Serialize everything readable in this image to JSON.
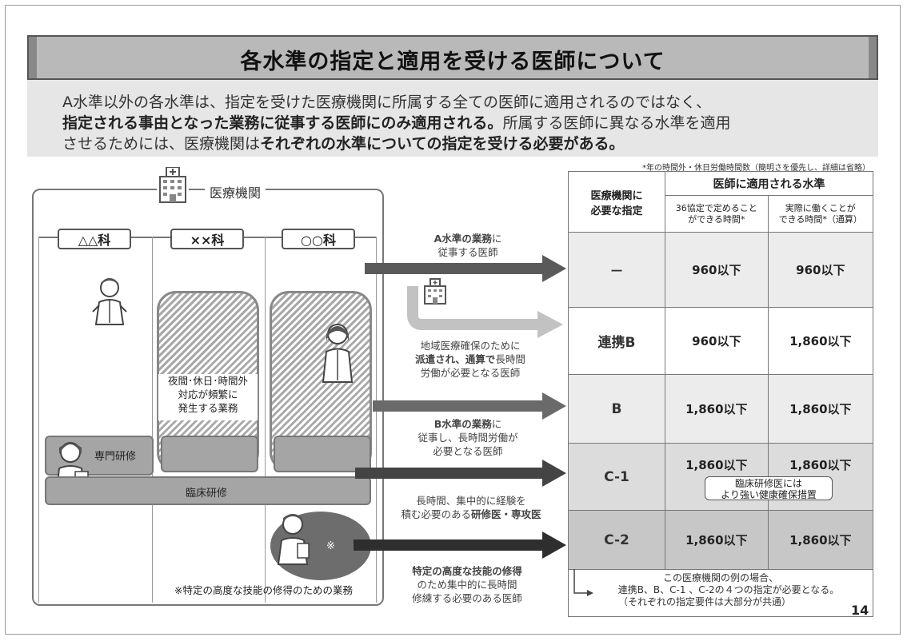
{
  "title": "各水準の指定と適用を受ける医師について",
  "intro": {
    "line1": "A水準以外の各水準は、指定を受けた医療機関に所属する全ての医師に適用されるのではなく、",
    "line2_bold": "指定される事由となった業務に従事する医師にのみ適用される。",
    "line2_rest": "所属する医師に異なる水準を適用",
    "line3_start": "させるためには、医療機関は",
    "line3_bold": "それぞれの水準についての指定を受ける必要がある。"
  },
  "note": "*年の時間外・休日労働時間数（簡明さを優先し、詳細は省略）",
  "hospital": {
    "label": "医療機関",
    "departments": [
      "△△科",
      "××科",
      "○○科"
    ],
    "night_work": "夜間･休日･時間外\n対応が頻繁に\n発生する業務",
    "specialist_training": "専門研修",
    "clinical_training": "臨床研修",
    "mark": "※",
    "special_note": "※特定の高度な技能の修得のための業務"
  },
  "arrows": {
    "a1_bold": "A水準の業務",
    "a1_suffix": "に",
    "a1_line2": "従事する医師",
    "renkei_line1": "地域医療確保のために",
    "renkei_bold1": "派遣され、通算で",
    "renkei_suffix": "長時間",
    "renkei_line3": "労働が必要となる医師",
    "b_bold": "B水準の業務",
    "b_suffix": "に",
    "b_line2": "従事し、長時間労働が",
    "b_line3": "必要となる医師",
    "c1_line1": "長時間、集中的に経験を",
    "c1_start": "積む必要のある",
    "c1_bold": "研修医・専攻医",
    "c2_bold": "特定の高度な技能の修得",
    "c2_line2": "のため集中的に長時間",
    "c2_line3": "修練する必要のある医師"
  },
  "table": {
    "header_left": "医療機関に\n必要な指定",
    "header_right": "医師に適用される水準",
    "sub1": "36協定で定めること\nができる時間*",
    "sub2": "実際に働くことが\nできる時間*（通算）",
    "rows": [
      {
        "level": "－",
        "v1": "960以下",
        "v2": "960以下"
      },
      {
        "level": "連携B",
        "v1": "960以下",
        "v2": "1,860以下"
      },
      {
        "level": "B",
        "v1": "1,860以下",
        "v2": "1,860以下"
      },
      {
        "level": "C-1",
        "v1": "1,860以下",
        "v2": "1,860以下"
      },
      {
        "level": "C-2",
        "v1": "1,860以下",
        "v2": "1,860以下"
      }
    ],
    "bubble": "臨床研修医には\nより強い健康確保措置",
    "footnote1": "この医療機関の例の場合、",
    "footnote2": "連携B、B、C-1 、C-2の４つの指定が必要となる。",
    "footnote3": "（それぞれの指定要件は大部分が共通）"
  },
  "page_number": "14"
}
